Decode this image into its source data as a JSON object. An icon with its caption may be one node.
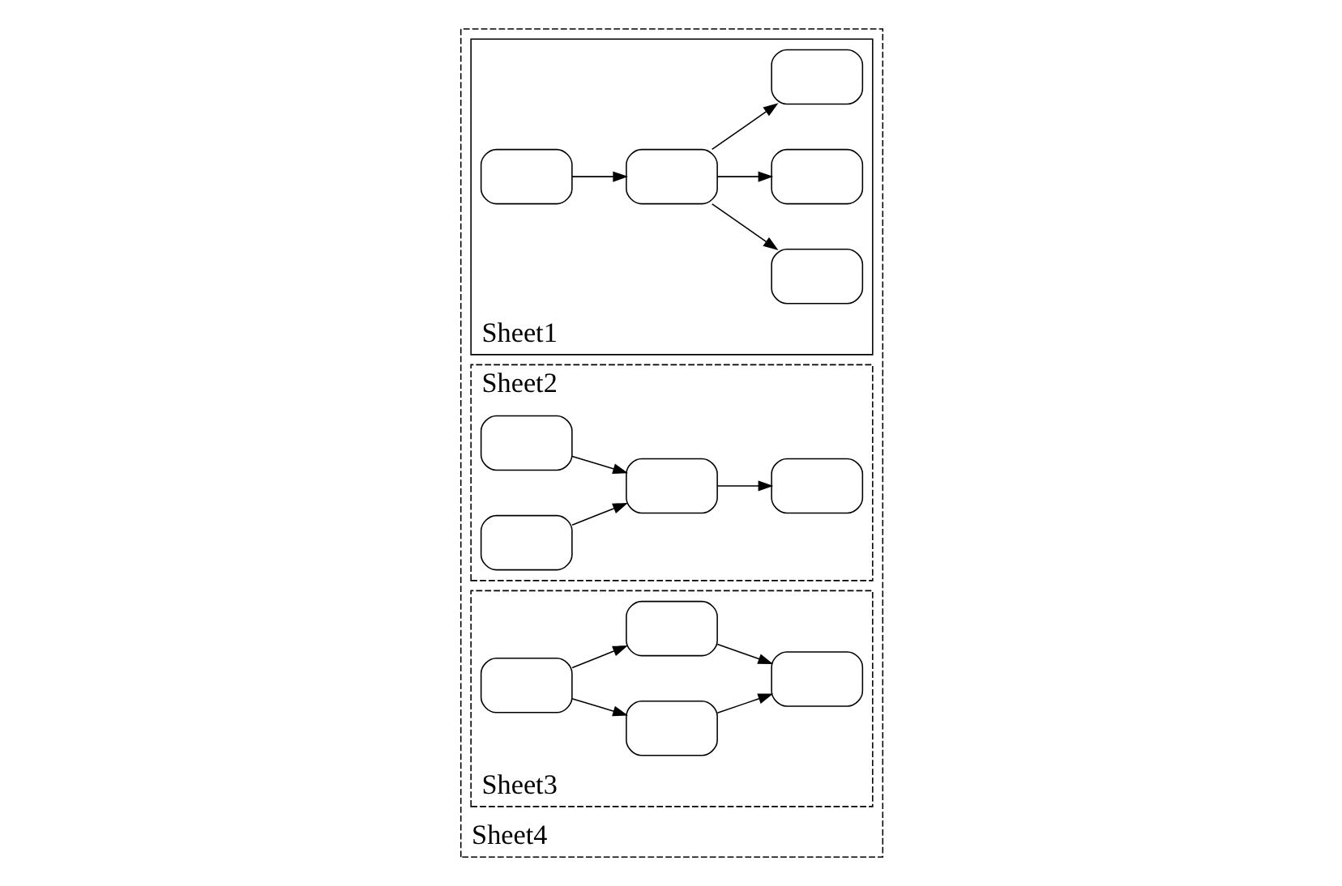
{
  "diagram": {
    "nodes": [
      {
        "text": [
          "Sheet4"
        ]
      },
      {
        "text": [
          "Sheet1"
        ],
        "in": 0
      },
      {
        "text": [
          "Sheet2"
        ],
        "in": 0
      },
      {
        "text": [
          "Sheet3"
        ],
        "in": 0
      },
      {
        "text": [],
        "shape": "box",
        "in": 1
      },
      {
        "text": [],
        "shape": "box",
        "in": 1
      },
      {
        "text": [],
        "shape": "box",
        "in": 1
      },
      {
        "text": [],
        "shape": "box",
        "in": 1
      },
      {
        "text": [],
        "shape": "box",
        "in": 2
      },
      {
        "text": [],
        "shape": "box",
        "in": 2
      },
      {
        "text": [],
        "shape": "box",
        "in": 2
      },
      {
        "text": [],
        "shape": "box",
        "in": 2
      },
      {
        "text": [],
        "shape": "box",
        "in": 1
      },
      {
        "text": [],
        "shape": "box",
        "in": 3
      },
      {
        "text": [],
        "shape": "box",
        "in": 3
      },
      {
        "text": [],
        "shape": "box",
        "in": 3
      },
      {
        "text": [],
        "shape": "box",
        "in": 3
      }
    ],
    "edges": [
      {
        "from": 4,
        "to": 5,
        "arrow": "to"
      },
      {
        "from": 5,
        "to": 7,
        "arrow": "to"
      },
      {
        "from": 5,
        "to": 6,
        "arrow": "to"
      },
      {
        "from": 5,
        "to": 12,
        "arrow": "to"
      },
      {
        "from": 9,
        "to": 10,
        "arrow": "to"
      },
      {
        "from": 8,
        "to": 10,
        "arrow": "to"
      },
      {
        "from": 10,
        "to": 11,
        "arrow": "to"
      },
      {
        "from": 13,
        "to": 14,
        "arrow": "to"
      },
      {
        "from": 13,
        "to": 15,
        "arrow": "to"
      },
      {
        "from": 14,
        "to": 16,
        "arrow": "to"
      },
      {
        "from": 15,
        "to": 16,
        "arrow": "to"
      }
    ]
  }
}
